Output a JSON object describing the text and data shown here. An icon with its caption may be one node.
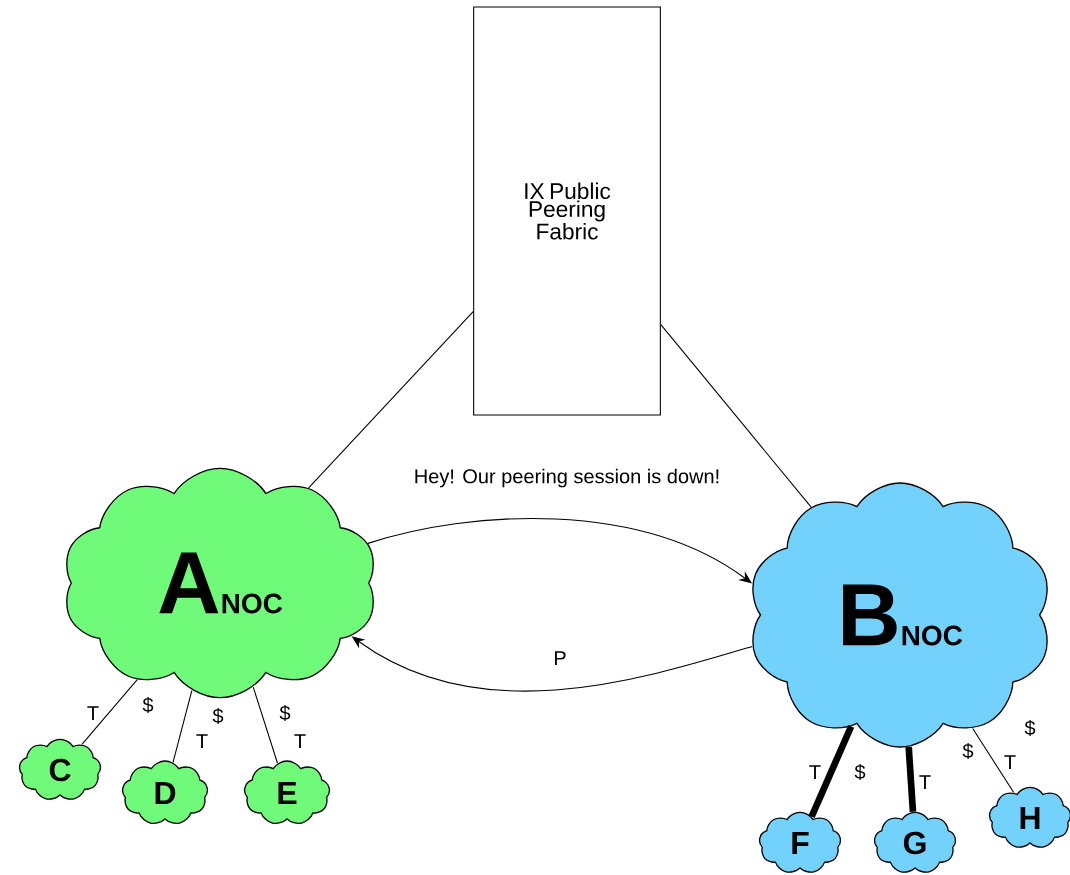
{
  "diagram": {
    "nodes": [
      {
        "text": [
          "IX Public Peering Fabric"
        ]
      },
      {
        "text": [
          "A",
          "NOC"
        ]
      },
      {
        "text": [
          "B",
          "NOC"
        ]
      },
      {
        "text": [
          "C"
        ]
      },
      {
        "text": [
          "D"
        ]
      },
      {
        "text": [
          "E"
        ]
      },
      {
        "text": [
          "F"
        ]
      },
      {
        "text": [
          "G"
        ]
      },
      {
        "text": [
          "H"
        ]
      }
    ],
    "edges": [
      {
        "from": 0,
        "to": 1,
        "arrow": "none"
      },
      {
        "from": 0,
        "to": 2,
        "arrow": "none"
      },
      {
        "from": 1,
        "to": 2,
        "arrow": "to",
        "label": "Hey! Our peering session is down!"
      },
      {
        "from": 2,
        "to": 1,
        "arrow": "to",
        "label": "P"
      },
      {
        "from": 1,
        "to": 3,
        "arrow": "none"
      },
      {
        "from": 1,
        "to": 4,
        "arrow": "none"
      },
      {
        "from": 1,
        "to": 5,
        "arrow": "none"
      },
      {
        "from": 2,
        "to": 6,
        "arrow": "none",
        "style": "thick"
      },
      {
        "from": 2,
        "to": 7,
        "arrow": "none",
        "style": "thick"
      },
      {
        "from": 2,
        "to": 8,
        "arrow": "none"
      }
    ],
    "labels": [
      "T",
      "$",
      "$",
      "$",
      "T",
      "T",
      "$",
      "$",
      "T",
      "T",
      "$",
      "T"
    ]
  }
}
